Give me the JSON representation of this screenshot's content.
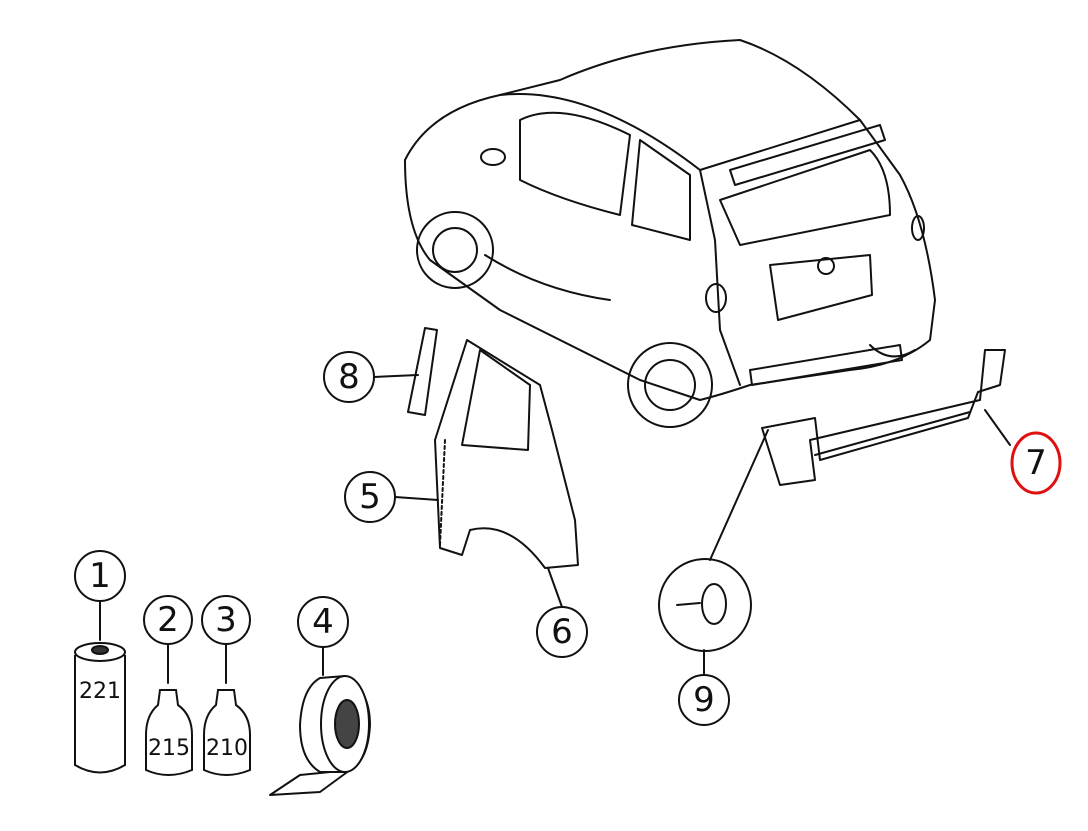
{
  "callouts": {
    "c1": "1",
    "c2": "2",
    "c3": "3",
    "c4": "4",
    "c5": "5",
    "c6": "6",
    "c7": "7",
    "c8": "8",
    "c9": "9"
  },
  "product_labels": {
    "can": "221",
    "bottle_left": "215",
    "bottle_right": "210"
  },
  "highlight": {
    "callout": "7",
    "color": "#e01010"
  }
}
